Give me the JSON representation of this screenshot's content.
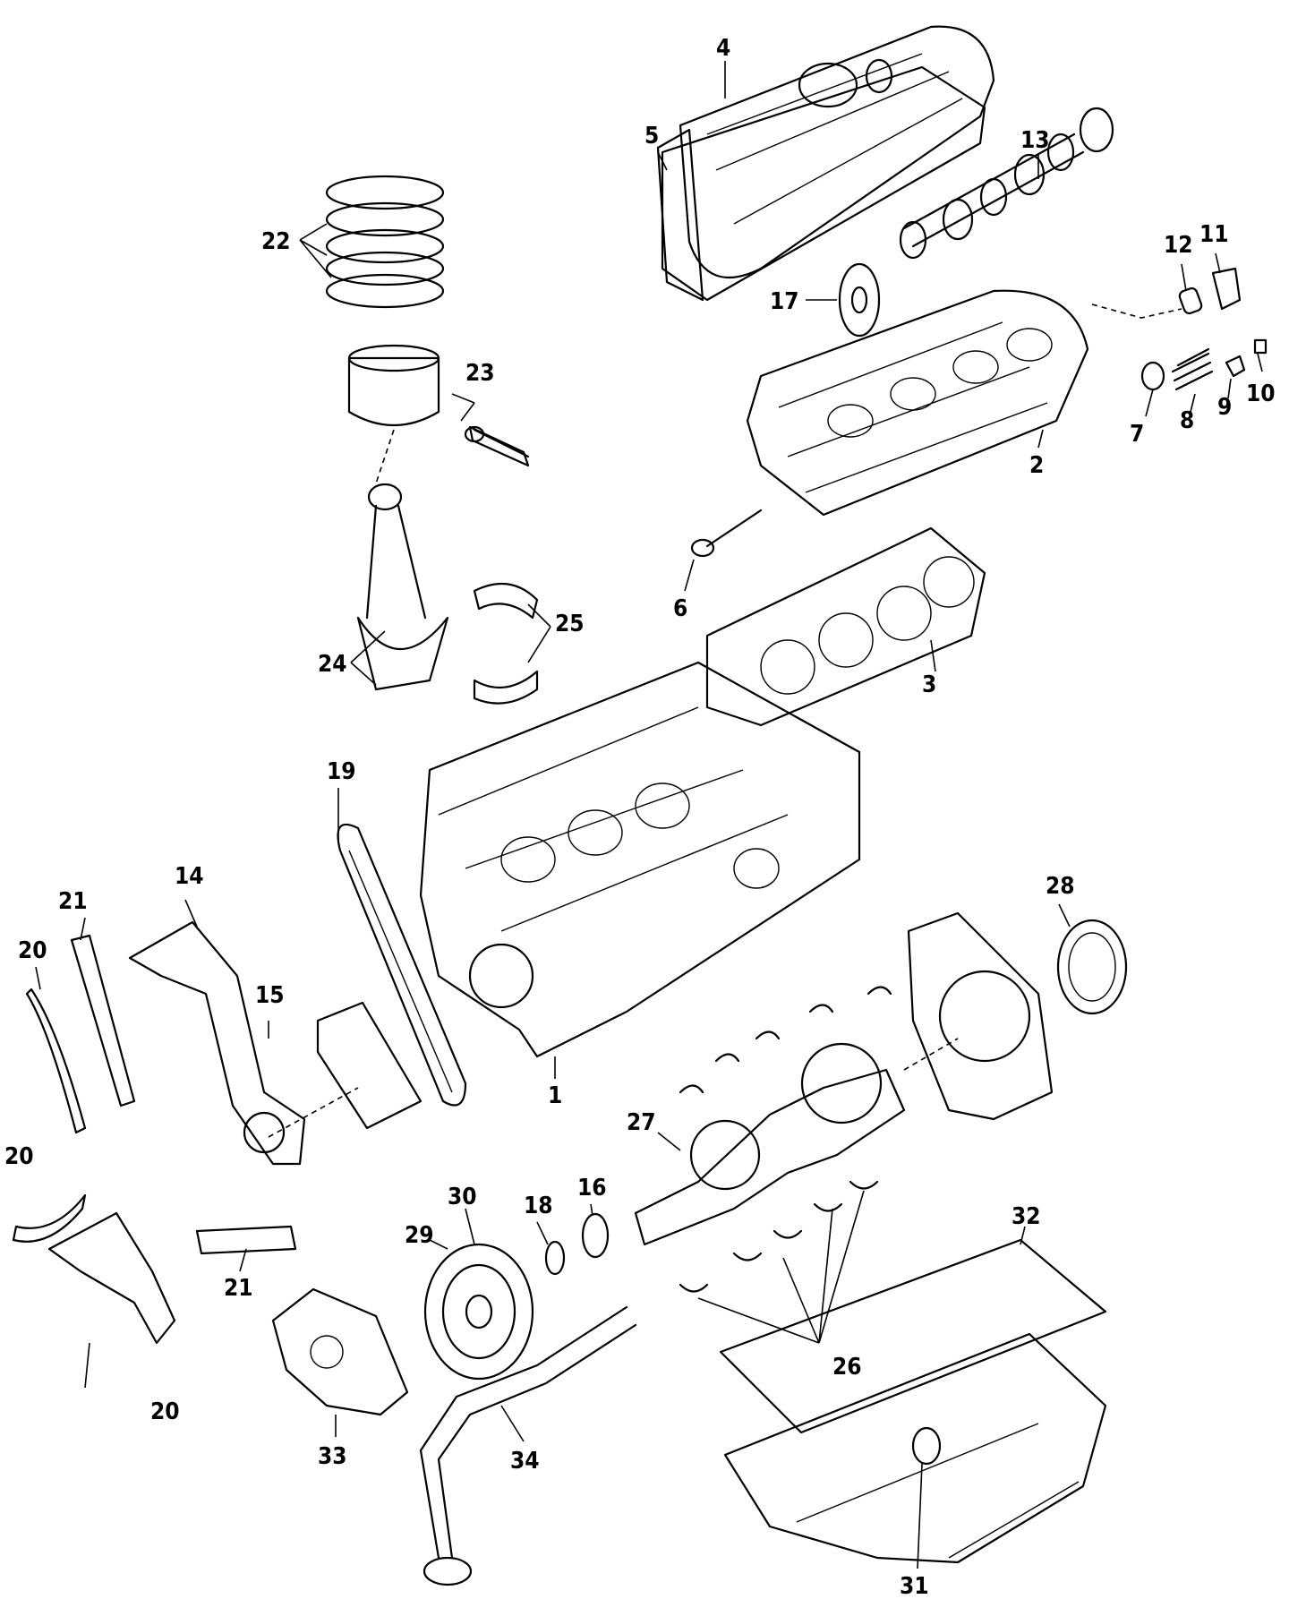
{
  "callouts": {
    "c1": "1",
    "c2": "2",
    "c3": "3",
    "c4": "4",
    "c5": "5",
    "c6": "6",
    "c7": "7",
    "c8": "8",
    "c9": "9",
    "c10": "10",
    "c11": "11",
    "c12": "12",
    "c13": "13",
    "c14": "14",
    "c15": "15",
    "c16": "16",
    "c17": "17",
    "c18": "18",
    "c19": "19",
    "c20a": "20",
    "c20b": "20",
    "c20c": "20",
    "c21a": "21",
    "c21b": "21",
    "c22": "22",
    "c23": "23",
    "c24": "24",
    "c25": "25",
    "c26": "26",
    "c27": "27",
    "c28": "28",
    "c29": "29",
    "c30": "30",
    "c31": "31",
    "c32": "32",
    "c33": "33",
    "c34": "34"
  }
}
